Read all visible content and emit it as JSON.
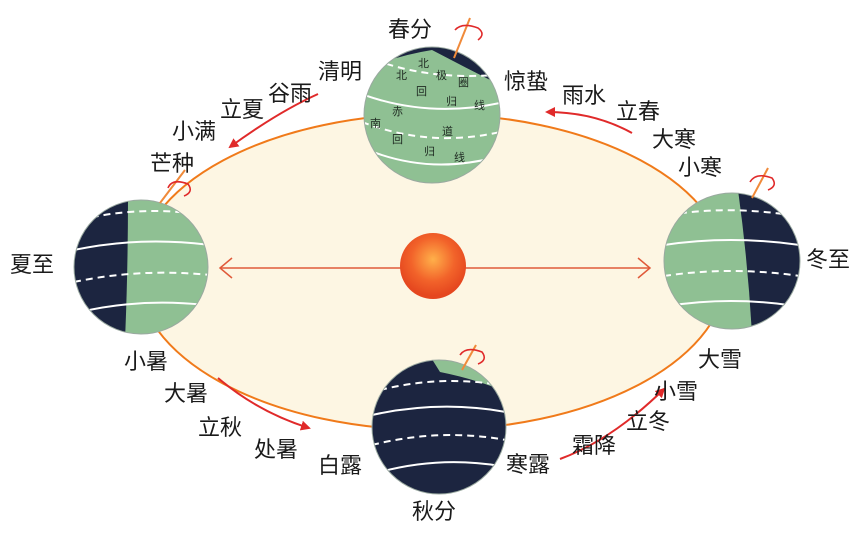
{
  "solstices_equinoxes": {
    "spring_equinox": "春分",
    "summer_solstice": "夏至",
    "autumn_equinox": "秋分",
    "winter_solstice": "冬至"
  },
  "solar_terms": {
    "qingming": "清明",
    "guyu": "谷雨",
    "lixia": "立夏",
    "xiaoman": "小满",
    "mangzhong": "芒种",
    "jingzhe": "惊蛰",
    "yushui": "雨水",
    "lichun": "立春",
    "dahan": "大寒",
    "xiaohan": "小寒",
    "xiaoshu": "小暑",
    "dashu": "大暑",
    "liqiu": "立秋",
    "chushu": "处暑",
    "bailu": "白露",
    "hanlu": "寒露",
    "shuangjiang": "霜降",
    "lidong": "立冬",
    "xiaoxue": "小雪",
    "daxue": "大雪"
  },
  "earth_labels": {
    "north_polar_char1": "北",
    "north_polar_char2": "极",
    "north_polar_char3": "圈",
    "tropic_cancer_char1": "北",
    "tropic_cancer_char2": "回",
    "tropic_cancer_char3": "归",
    "tropic_cancer_char4": "线",
    "equator_char1": "赤",
    "equator_char2": "道",
    "tropic_capricorn_char1": "南",
    "tropic_capricorn_char2": "回",
    "tropic_capricorn_char3": "归",
    "tropic_capricorn_char4": "线"
  },
  "colors": {
    "orbit_fill": "#fdf6e3",
    "orbit_line": "#f07a1a",
    "sun": "#f2632a",
    "day_side": "#8fc093",
    "night_side": "#1c2540",
    "arrow_red": "#e02a2a",
    "axis_orange": "#f08a3a"
  }
}
